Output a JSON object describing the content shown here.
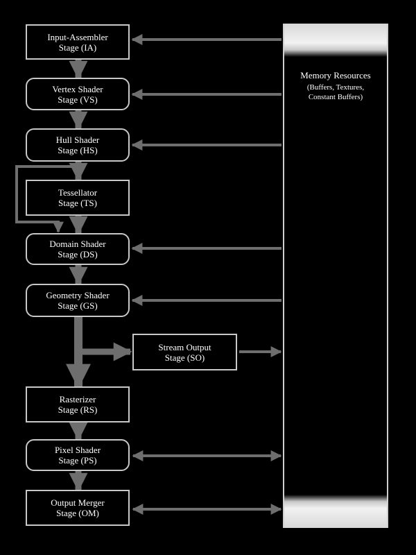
{
  "colors": {
    "background": "#000000",
    "arrow": "#6e6e6e",
    "border": "#c8c8c8",
    "text": "#ffffff"
  },
  "stages": {
    "ia": {
      "line1": "Input-Assembler",
      "line2": "Stage (IA)"
    },
    "vs": {
      "line1": "Vertex Shader",
      "line2": "Stage (VS)"
    },
    "hs": {
      "line1": "Hull Shader",
      "line2": "Stage (HS)"
    },
    "ts": {
      "line1": "Tessellator",
      "line2": "Stage (TS)"
    },
    "ds": {
      "line1": "Domain Shader",
      "line2": "Stage (DS)"
    },
    "gs": {
      "line1": "Geometry Shader",
      "line2": "Stage (GS)"
    },
    "so": {
      "line1": "Stream Output",
      "line2": "Stage (SO)"
    },
    "rs": {
      "line1": "Rasterizer",
      "line2": "Stage (RS)"
    },
    "ps": {
      "line1": "Pixel Shader",
      "line2": "Stage (PS)"
    },
    "om": {
      "line1": "Output Merger",
      "line2": "Stage (OM)"
    }
  },
  "memory": {
    "title": "Memory Resources",
    "subtitle_line1": "(Buffers, Textures,",
    "subtitle_line2": "Constant Buffers)"
  }
}
